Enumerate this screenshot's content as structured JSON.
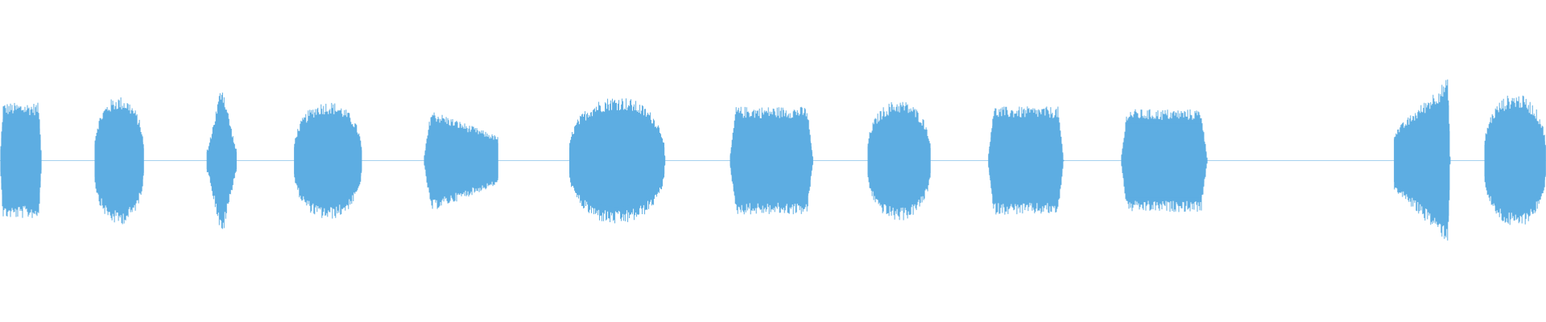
{
  "waveform": {
    "color": "#5dade2",
    "baseline_color": "#5dade2",
    "segments": [
      {
        "name": "burst-1",
        "start": 0.0,
        "end": 0.027,
        "amplitude": 0.45,
        "shape": "flat"
      },
      {
        "name": "burst-2",
        "start": 0.061,
        "end": 0.093,
        "amplitude": 0.5,
        "shape": "round"
      },
      {
        "name": "burst-3",
        "start": 0.134,
        "end": 0.153,
        "amplitude": 0.62,
        "shape": "diamond"
      },
      {
        "name": "burst-4",
        "start": 0.19,
        "end": 0.234,
        "amplitude": 0.46,
        "shape": "round"
      },
      {
        "name": "burst-5",
        "start": 0.274,
        "end": 0.322,
        "amplitude": 0.42,
        "shape": "decay"
      },
      {
        "name": "burst-6",
        "start": 0.368,
        "end": 0.43,
        "amplitude": 0.5,
        "shape": "round"
      },
      {
        "name": "burst-7",
        "start": 0.472,
        "end": 0.526,
        "amplitude": 0.42,
        "shape": "flat"
      },
      {
        "name": "burst-8",
        "start": 0.561,
        "end": 0.602,
        "amplitude": 0.47,
        "shape": "round"
      },
      {
        "name": "burst-9",
        "start": 0.639,
        "end": 0.688,
        "amplitude": 0.42,
        "shape": "flat"
      },
      {
        "name": "burst-10",
        "start": 0.725,
        "end": 0.781,
        "amplitude": 0.4,
        "shape": "flat"
      },
      {
        "name": "burst-11",
        "start": 0.902,
        "end": 0.938,
        "amplitude": 0.66,
        "shape": "rise"
      },
      {
        "name": "burst-12",
        "start": 0.96,
        "end": 1.0,
        "amplitude": 0.52,
        "shape": "round"
      }
    ]
  }
}
